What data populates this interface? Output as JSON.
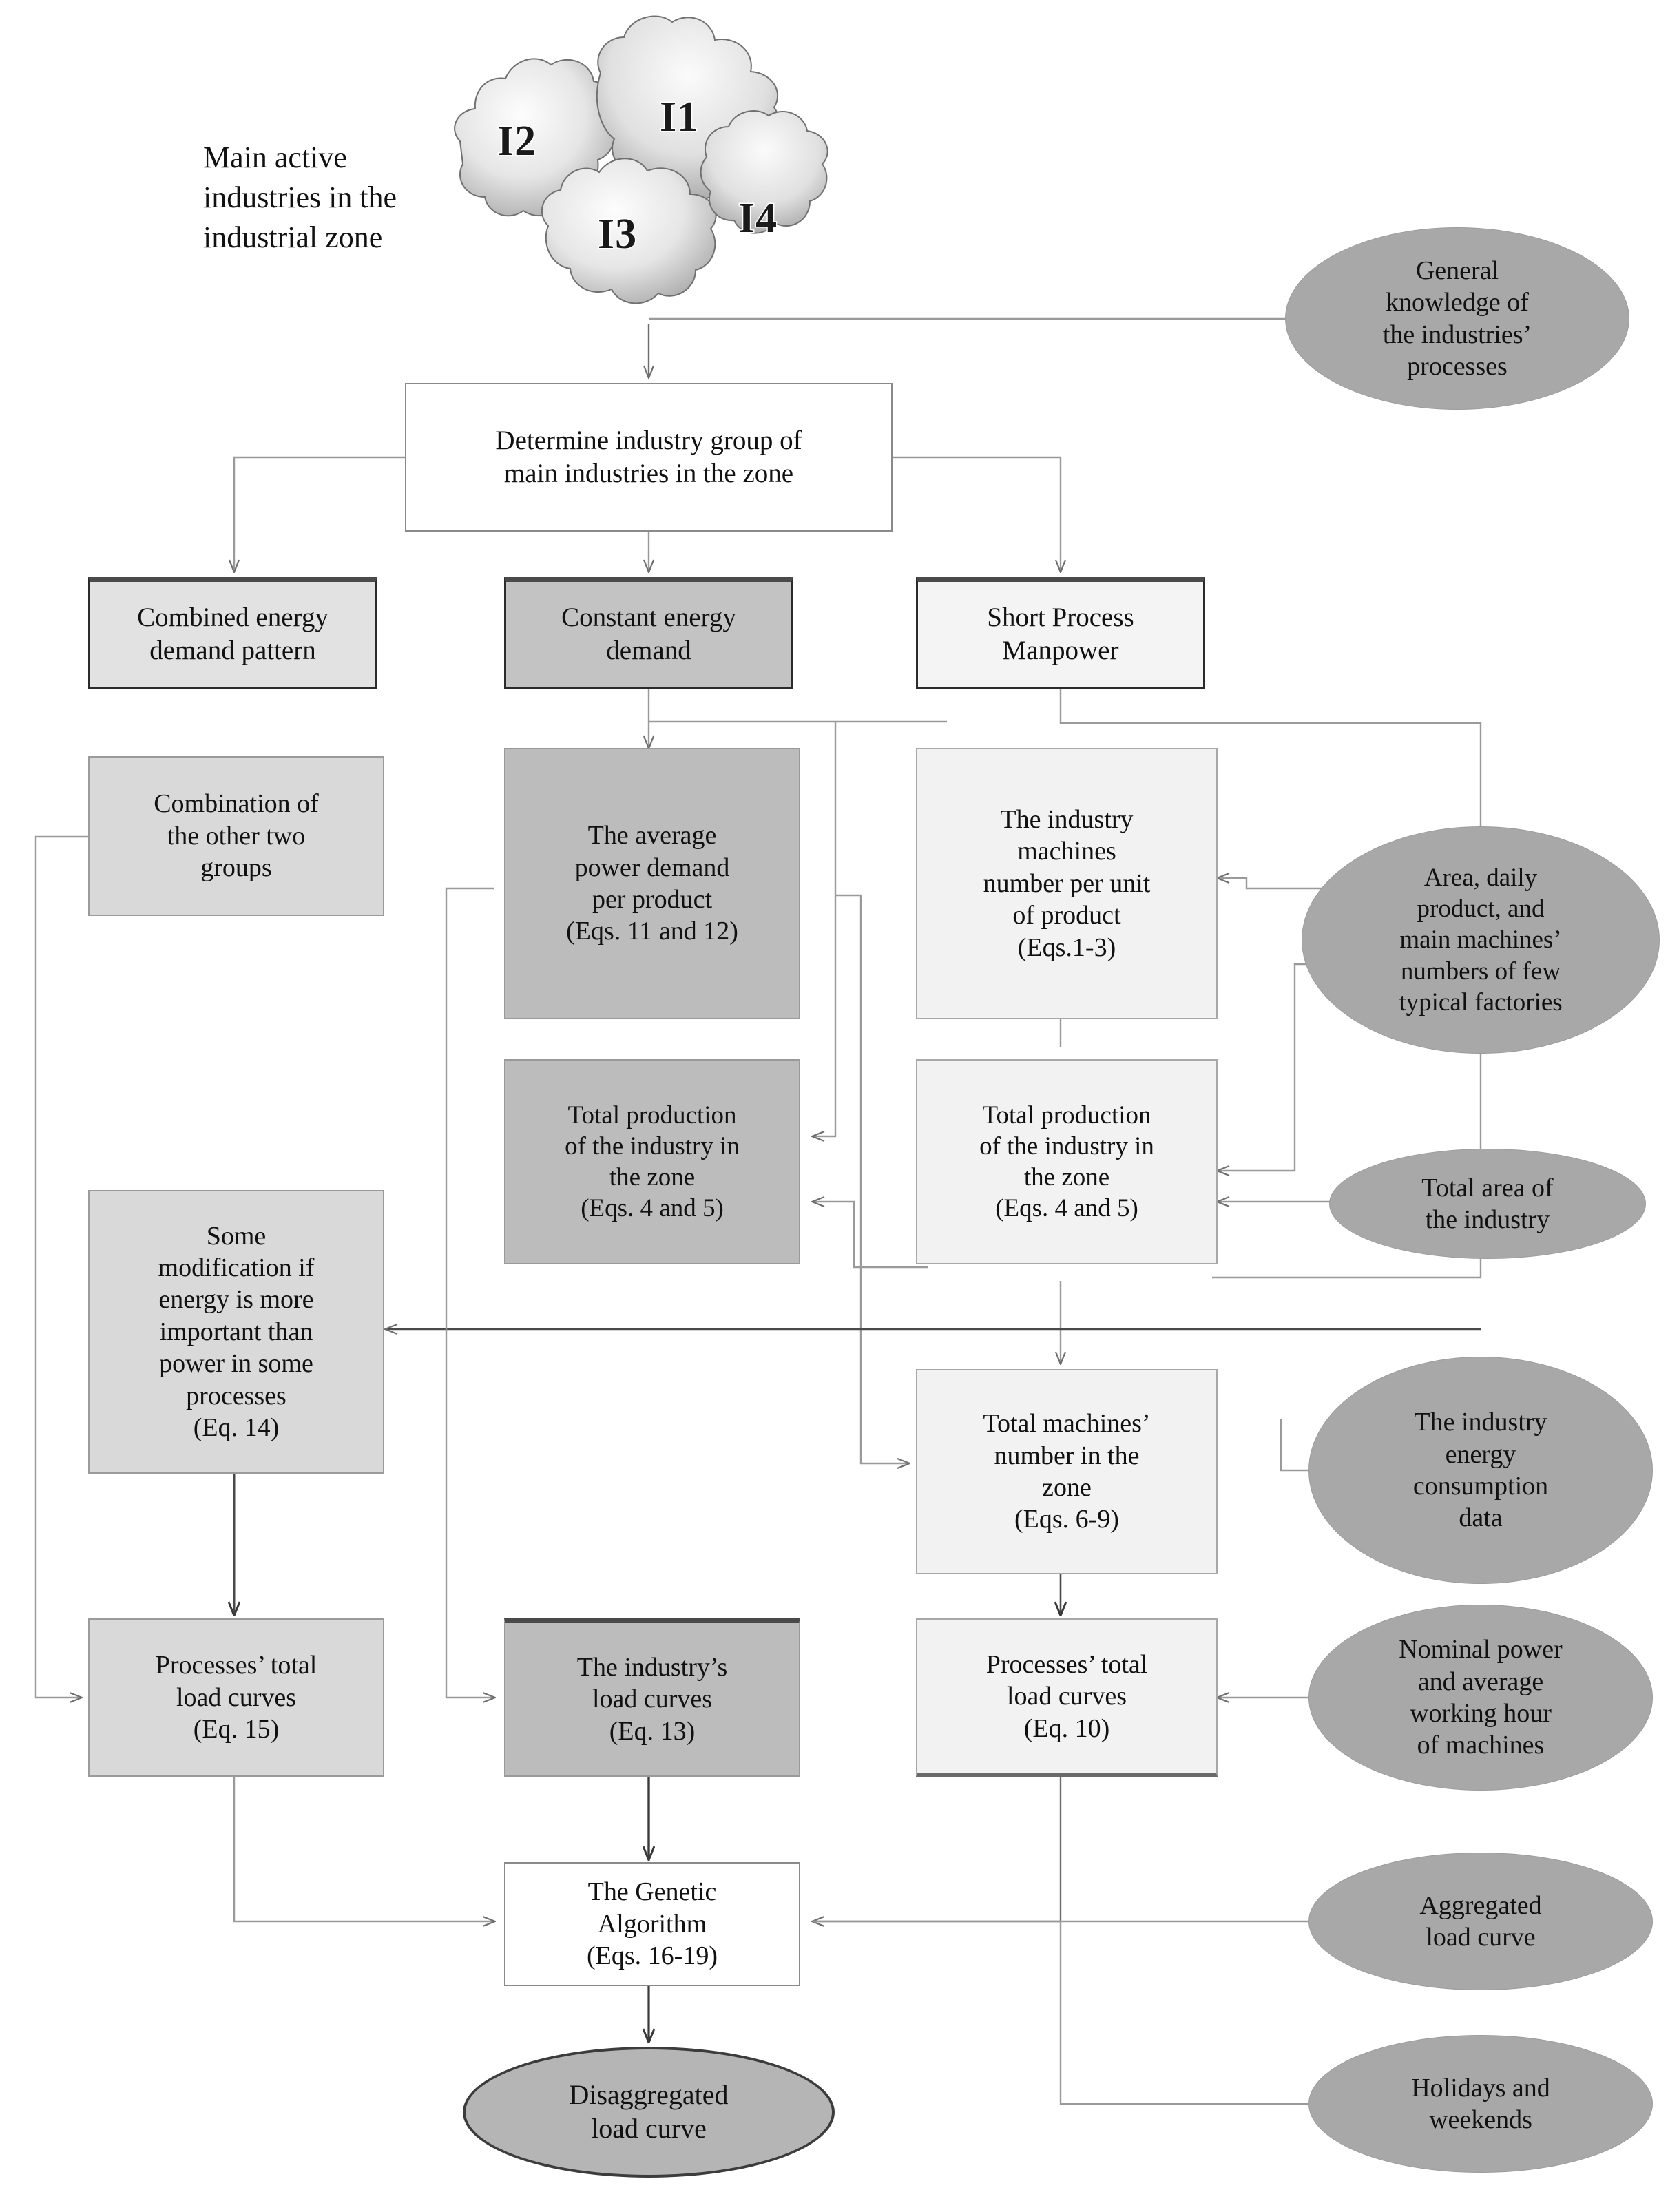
{
  "title": {
    "text": "Main active\nindustries in the\nindustrial zone"
  },
  "cloud": {
    "name": "industry-cloud-cluster",
    "labels": [
      "I1",
      "I2",
      "I3",
      "I4"
    ]
  },
  "nodes": {
    "general_knowledge": "General\nknowledge of\nthe industries’\nprocesses",
    "determine_group": "Determine industry group of\nmain industries in the  zone",
    "combined_energy": "Combined energy\ndemand pattern",
    "constant_energy": "Constant energy\ndemand",
    "short_process": "Short Process\nManpower",
    "combination_two": "Combination of\nthe other two\ngroups",
    "avg_power_demand": "The average\npower demand\nper product\n(Eqs. 11 and 12)",
    "machines_per_unit": "The industry\nmachines\nnumber per unit\nof product\n(Eqs.1-3)",
    "area_daily_product": "Area, daily\nproduct, and\nmain machines’\nnumbers of few\ntypical factories",
    "total_production_mid": "Total production\nof the industry in\nthe zone\n(Eqs. 4 and 5)",
    "total_production_right": "Total production\nof the industry in\nthe zone\n(Eqs. 4 and 5)",
    "total_area": "Total area of\nthe industry",
    "some_modification": "Some\nmodification if\nenergy is more\nimportant than\npower in some\nprocesses\n(Eq. 14)",
    "total_machines": "Total machines’\nnumber in the\nzone\n(Eqs. 6-9)",
    "energy_consumption": "The industry\nenergy\nconsumption\ndata",
    "processes_load_left": "Processes’ total\nload curves\n(Eq. 15)",
    "industry_load": "The industry’s\nload curves\n(Eq. 13)",
    "processes_load_right": "Processes’ total\nload curves\n(Eq. 10)",
    "nominal_power": "Nominal power\nand average\nworking hour\nof machines",
    "genetic_algorithm": "The Genetic\nAlgorithm\n(Eqs. 16-19)",
    "aggregated_load": "Aggregated\nload curve",
    "holidays": "Holidays and\nweekends",
    "disaggregated_load": "Disaggregated\nload curve"
  },
  "colors": {
    "fill_ellipse": "#a8a8a8",
    "fill_dark_box": "#bcbcbc",
    "fill_mid_box": "#d9d9d9",
    "fill_light_box": "#f2f2f2",
    "edge": "#9a9a9a",
    "edge_strong": "#4a4a4a",
    "text": "#111111"
  }
}
